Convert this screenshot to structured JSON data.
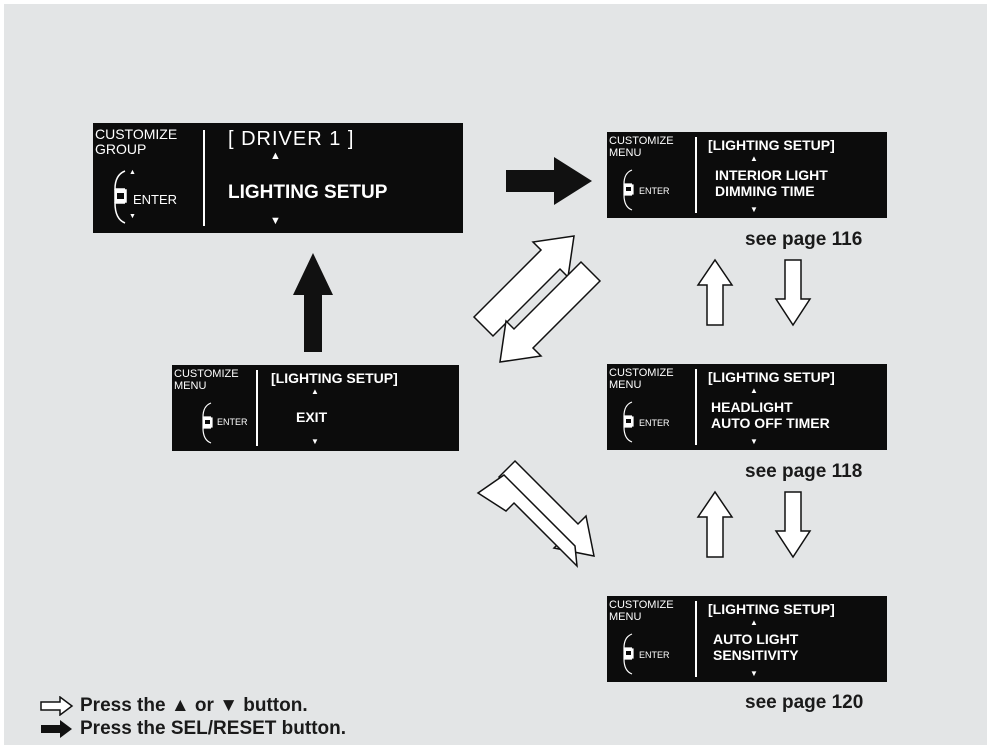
{
  "screens": {
    "driver": {
      "group_label": "CUSTOMIZE\nGROUP",
      "enter_label": "ENTER",
      "header": "[ DRIVER 1 ]",
      "up_glyph": "▲",
      "body": "LIGHTING SETUP",
      "down_glyph": "▼"
    },
    "interior": {
      "group_label": "CUSTOMIZE\nMENU",
      "enter_label": "ENTER",
      "header": "[LIGHTING SETUP]",
      "up_glyph": "▲",
      "body": "INTERIOR LIGHT\nDIMMING TIME",
      "down_glyph": "▼",
      "reference": "see page 116"
    },
    "exit": {
      "group_label": "CUSTOMIZE\nMENU",
      "enter_label": "ENTER",
      "header": "[LIGHTING SETUP]",
      "up_glyph": "▲",
      "body": "EXIT",
      "down_glyph": "▼"
    },
    "headlight": {
      "group_label": "CUSTOMIZE\nMENU",
      "enter_label": "ENTER",
      "header": "[LIGHTING SETUP]",
      "up_glyph": "▲",
      "body": "HEADLIGHT\nAUTO OFF TIMER",
      "down_glyph": "▼",
      "reference": "see page 118"
    },
    "autolight": {
      "group_label": "CUSTOMIZE\nMENU",
      "enter_label": "ENTER",
      "header": "[LIGHTING SETUP]",
      "up_glyph": "▲",
      "body": "AUTO LIGHT\nSENSITIVITY",
      "down_glyph": "▼",
      "reference": "see page 120"
    }
  },
  "legend": {
    "hollow_arrow_text": "Press the ▲ or ▼ button.",
    "solid_arrow_text": "Press the SEL/RESET button."
  },
  "colors": {
    "background": "#e3e5e6",
    "screen": "#0c0c0c",
    "screen_text": "#ffffff",
    "arrow_solid": "#111111",
    "arrow_outline": "#111111",
    "arrow_fill": "#ffffff"
  }
}
